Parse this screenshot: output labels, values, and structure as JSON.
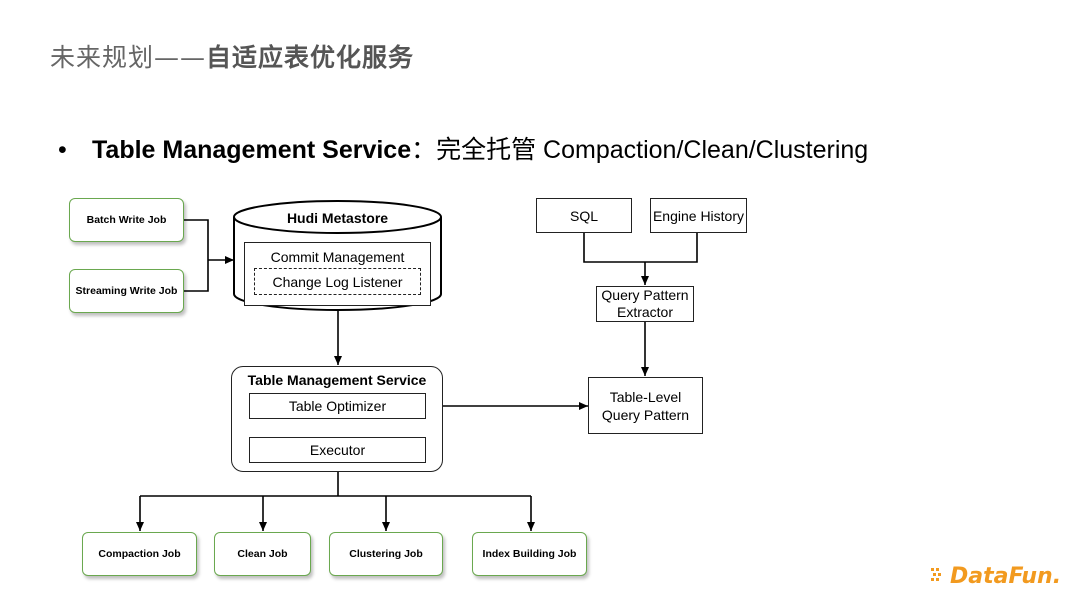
{
  "title": {
    "main": "未来规划——",
    "strong": "自适应表优化服务"
  },
  "bullet": {
    "marker": "•",
    "bold": "Table Management Service",
    "rest": "：完全托管 Compaction/Clean/Clustering"
  },
  "diagram": {
    "batch_write_job": "Batch Write Job",
    "streaming_write_job": "Streaming Write Job",
    "hudi_metastore": "Hudi Metastore",
    "commit_management": "Commit Management",
    "change_log_listener": "Change Log Listener",
    "table_management_service": "Table Management Service",
    "table_optimizer": "Table Optimizer",
    "executor": "Executor",
    "sql": "SQL",
    "engine_history": "Engine History",
    "query_pattern_extractor_line1": "Query Pattern",
    "query_pattern_extractor_line2": "Extractor",
    "table_level_line1": "Table-Level",
    "table_level_line2": "Query Pattern",
    "compaction_job": "Compaction Job",
    "clean_job": "Clean Job",
    "clustering_job": "Clustering Job",
    "index_building_job": "Index Building Job"
  },
  "logo": {
    "text": "DataFun.",
    "icon": "datafun-dots-icon",
    "color": "#f29a1f"
  },
  "colors": {
    "green_border": "#6aa84f",
    "line": "#000000"
  }
}
